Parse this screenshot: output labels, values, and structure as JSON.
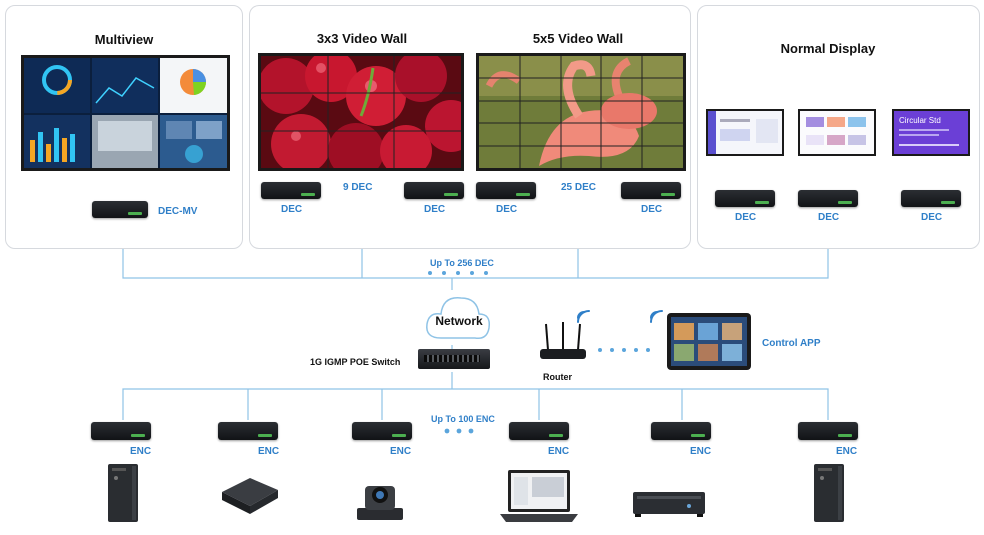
{
  "panels": {
    "multiview": {
      "title": "Multiview",
      "decoder_label": "DEC-MV"
    },
    "wall3": {
      "title": "3x3 Video Wall",
      "count_label": "9 DEC",
      "dec_left": "DEC",
      "dec_right": "DEC"
    },
    "wall5": {
      "title": "5x5 Video Wall",
      "count_label": "25 DEC",
      "dec_left": "DEC",
      "dec_right": "DEC"
    },
    "normal": {
      "title": "Normal Display",
      "dec1": "DEC",
      "dec2": "DEC",
      "dec3": "DEC",
      "screen3_title": "Circular Std"
    }
  },
  "network": {
    "up_to_dec": "Up To 256 DEC",
    "cloud_label": "Network",
    "switch_label": "1G IGMP POE Switch",
    "router_label": "Router",
    "control_app_label": "Control APP",
    "up_to_enc": "Up To 100 ENC"
  },
  "encoders": [
    "ENC",
    "ENC",
    "ENC",
    "ENC",
    "ENC",
    "ENC"
  ],
  "colors": {
    "accent": "#2f7fc8",
    "line": "#8fc3e6"
  }
}
